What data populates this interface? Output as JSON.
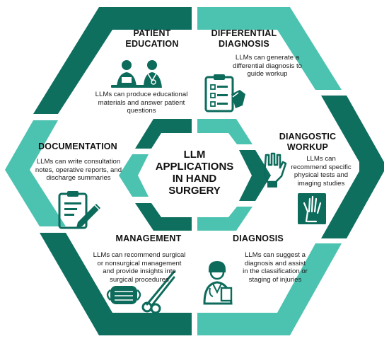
{
  "center": {
    "title_lines": [
      "LLM",
      "APPLICATIONS",
      "IN HAND",
      "SURGERY"
    ]
  },
  "segments": [
    {
      "id": "patient-education",
      "title_lines": [
        "PATIENT",
        "EDUCATION"
      ],
      "desc_lines": [
        "LLMs can produce educational",
        "materials and answer patient",
        "questions"
      ],
      "icon": "doctor-patient-icon"
    },
    {
      "id": "differential-diagnosis",
      "title_lines": [
        "DIFFERENTIAL",
        "DIAGNOSIS"
      ],
      "desc_lines": [
        "LLMs can generate a",
        "differential diagnosis to",
        "guide workup"
      ],
      "icon": "clipboard-checklist-icon"
    },
    {
      "id": "diagnostic-workup",
      "title_lines": [
        "DIANGOSTIC",
        "WORKUP"
      ],
      "desc_lines": [
        "LLMs can",
        "recommend specific",
        "physical tests and",
        "imaging studies"
      ],
      "icon": "hand-xray-icon"
    },
    {
      "id": "diagnosis",
      "title_lines": [
        "DIAGNOSIS"
      ],
      "desc_lines": [
        "LLMs can suggest a",
        "diagnosis and assist",
        "in the classification or",
        "staging of injuries"
      ],
      "icon": "doctor-clipboard-icon"
    },
    {
      "id": "management",
      "title_lines": [
        "MANAGEMENT"
      ],
      "desc_lines": [
        "LLMs can recommend surgical",
        "or nonsurgical management",
        "and provide insights into",
        "surgical procedures"
      ],
      "icon": "mask-scissors-icon"
    },
    {
      "id": "documentation",
      "title_lines": [
        "DOCUMENTATION"
      ],
      "desc_lines": [
        "LLMs can write consultation",
        "notes, operative reports, and",
        "discharge summaries"
      ],
      "icon": "clipboard-pen-icon"
    }
  ],
  "colors": {
    "dark_teal": "#0e6f5f",
    "light_teal": "#4cc2b0",
    "icon": "#0d6b5c",
    "text": "#111111"
  }
}
